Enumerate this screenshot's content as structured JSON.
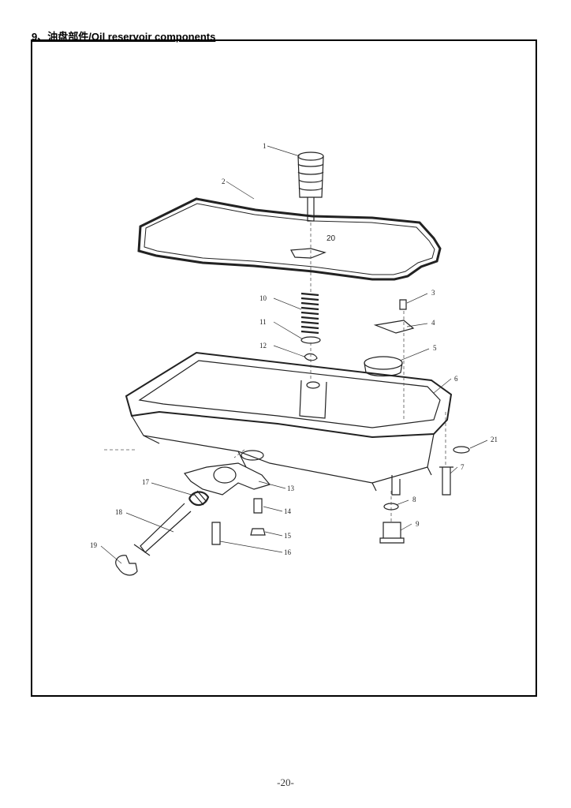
{
  "header": {
    "title": "9、油盘部件/Oil reservoir components"
  },
  "diagram": {
    "callouts": [
      {
        "id": "callout-1",
        "text": "1"
      },
      {
        "id": "callout-2",
        "text": "2"
      },
      {
        "id": "callout-3",
        "text": "3"
      },
      {
        "id": "callout-4",
        "text": "4"
      },
      {
        "id": "callout-5",
        "text": "5"
      },
      {
        "id": "callout-6",
        "text": "6"
      },
      {
        "id": "callout-7",
        "text": "7"
      },
      {
        "id": "callout-8",
        "text": "8"
      },
      {
        "id": "callout-9",
        "text": "9"
      },
      {
        "id": "callout-10",
        "text": "10"
      },
      {
        "id": "callout-11",
        "text": "11"
      },
      {
        "id": "callout-12",
        "text": "12"
      },
      {
        "id": "callout-13",
        "text": "13"
      },
      {
        "id": "callout-14",
        "text": "14"
      },
      {
        "id": "callout-15",
        "text": "15"
      },
      {
        "id": "callout-16",
        "text": "16"
      },
      {
        "id": "callout-17",
        "text": "17"
      },
      {
        "id": "callout-18",
        "text": "18"
      },
      {
        "id": "callout-19",
        "text": "19"
      },
      {
        "id": "callout-20",
        "text": "20"
      },
      {
        "id": "callout-21",
        "text": "21"
      }
    ]
  },
  "footer": {
    "page_number": "-20-"
  }
}
